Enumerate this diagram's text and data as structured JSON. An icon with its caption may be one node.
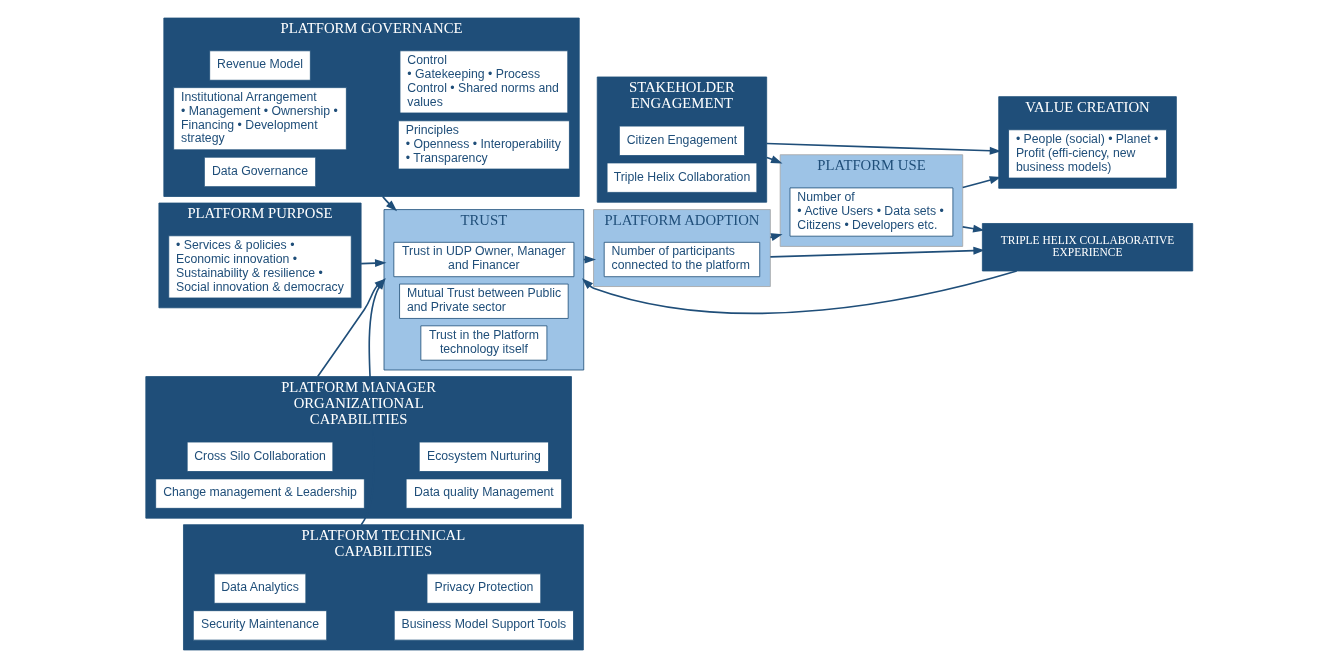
{
  "diagram": {
    "nodes": [
      {
        "text": [
          "PLATFORM PURPOSE"
        ]
      },
      {
        "text": [
          "• Services & policies • Economic innovation • Sustainability & resilience • Social innovation & democracy"
        ],
        "in": 0
      },
      {
        "text": [
          "PLATFORM GOVERNANCE"
        ]
      },
      {
        "text": [
          "Institutional Arrangement",
          "• Management • Ownership • Financing • Development strategy"
        ],
        "in": 2
      },
      {
        "text": [
          "Principles",
          "• Openness • Interoperability • Transparency"
        ],
        "in": 2
      },
      {
        "text": [
          "Revenue Model"
        ],
        "in": 2
      },
      {
        "text": [
          "Control",
          "• Gatekeeping • Process Control • Shared norms and values"
        ],
        "in": 2
      },
      {
        "text": [
          "Data Governance"
        ],
        "in": 2
      },
      {
        "text": [
          "PLATFORM MANAGER ORGANIZATIONAL CAPABILITIES"
        ]
      },
      {
        "text": [
          "Cross Silo Collaboration"
        ],
        "in": 8
      },
      {
        "text": [
          "Ecosystem Nurturing"
        ],
        "in": 8
      },
      {
        "text": [
          "Change management & Leadership"
        ],
        "in": 8
      },
      {
        "text": [
          "Data quality Management"
        ],
        "in": 8
      },
      {
        "text": [
          "PLATFORM TECHNICAL CAPABILITIES"
        ]
      },
      {
        "text": [
          "Data Analytics"
        ],
        "in": 13
      },
      {
        "text": [
          "Privacy Protection"
        ],
        "in": 13
      },
      {
        "text": [
          "Security Maintenance"
        ],
        "in": 13
      },
      {
        "text": [
          "Business Model Support Tools"
        ],
        "in": 13
      },
      {
        "text": [
          "TRUST"
        ]
      },
      {
        "text": [
          "Trust in UDP Owner, Manager and Financer"
        ],
        "in": 18
      },
      {
        "text": [
          "Mutual Trust between Public and Private sector"
        ],
        "in": 18
      },
      {
        "text": [
          "Trust in the Platform technology itself"
        ],
        "in": 18
      },
      {
        "text": [
          "STAKEHOLDER ENGAGEMENT"
        ]
      },
      {
        "text": [
          "Citizen Engagement"
        ],
        "in": 22
      },
      {
        "text": [
          "Triple Helix Collaboration"
        ],
        "in": 22
      },
      {
        "text": [
          "PLATFORM ADOPTION"
        ]
      },
      {
        "text": [
          "Number of participants connected to the platform"
        ],
        "in": 25
      },
      {
        "text": [
          "PLATFORM USE"
        ]
      },
      {
        "text": [
          "Number of",
          "• Active Users • Data sets • Citizens • Developers etc."
        ],
        "in": 27
      },
      {
        "text": [
          "VALUE CREATION"
        ]
      },
      {
        "text": [
          "• People (social) • Planet • Profit (effi-ciency, new business models)"
        ],
        "in": 29
      },
      {
        "text": [
          "TRIPLE HELIX COLLABORATIVE EXPERIENCE"
        ]
      }
    ],
    "edges": [
      {
        "from": 0,
        "to": 18,
        "arrow": "to"
      },
      {
        "from": 2,
        "to": 18,
        "arrow": "to"
      },
      {
        "from": 8,
        "to": 18,
        "arrow": "to"
      },
      {
        "from": 13,
        "to": 18,
        "arrow": "to"
      },
      {
        "from": 18,
        "to": 25,
        "arrow": "to"
      },
      {
        "from": 25,
        "to": 27,
        "arrow": "to"
      },
      {
        "from": 27,
        "to": 29,
        "arrow": "to"
      },
      {
        "from": 22,
        "to": 27,
        "arrow": "to"
      },
      {
        "from": 22,
        "to": 29,
        "arrow": "to"
      },
      {
        "from": 25,
        "to": 31,
        "arrow": "to"
      },
      {
        "from": 27,
        "to": 31,
        "arrow": "to"
      },
      {
        "from": 31,
        "to": 18,
        "arrow": "to"
      }
    ]
  }
}
